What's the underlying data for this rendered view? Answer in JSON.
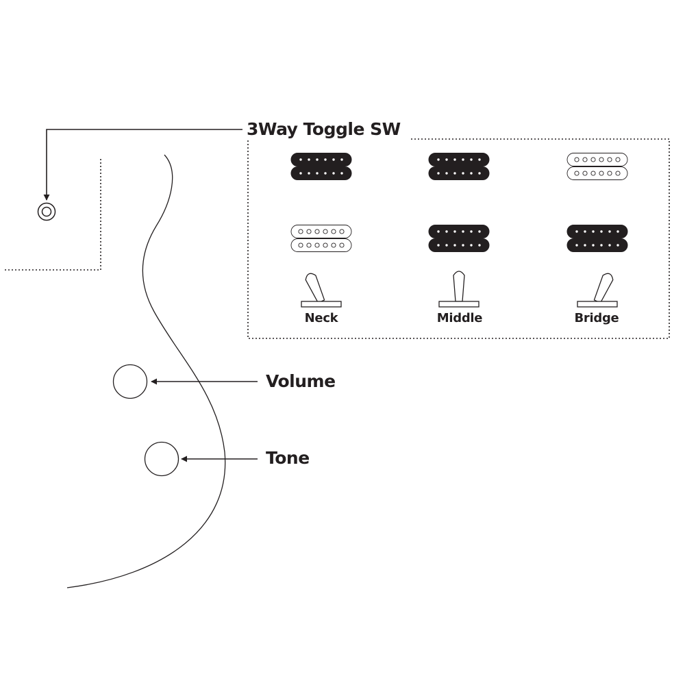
{
  "labels": {
    "title": "3Way Toggle SW",
    "volume": "Volume",
    "tone": "Tone"
  },
  "positions": [
    {
      "label": "Neck",
      "neck_pickup": "on",
      "bridge_pickup": "off",
      "lever": "left"
    },
    {
      "label": "Middle",
      "neck_pickup": "on",
      "bridge_pickup": "on",
      "lever": "center"
    },
    {
      "label": "Bridge",
      "neck_pickup": "off",
      "bridge_pickup": "on",
      "lever": "right"
    }
  ],
  "colors": {
    "ink": "#231f20",
    "background": "#ffffff"
  }
}
